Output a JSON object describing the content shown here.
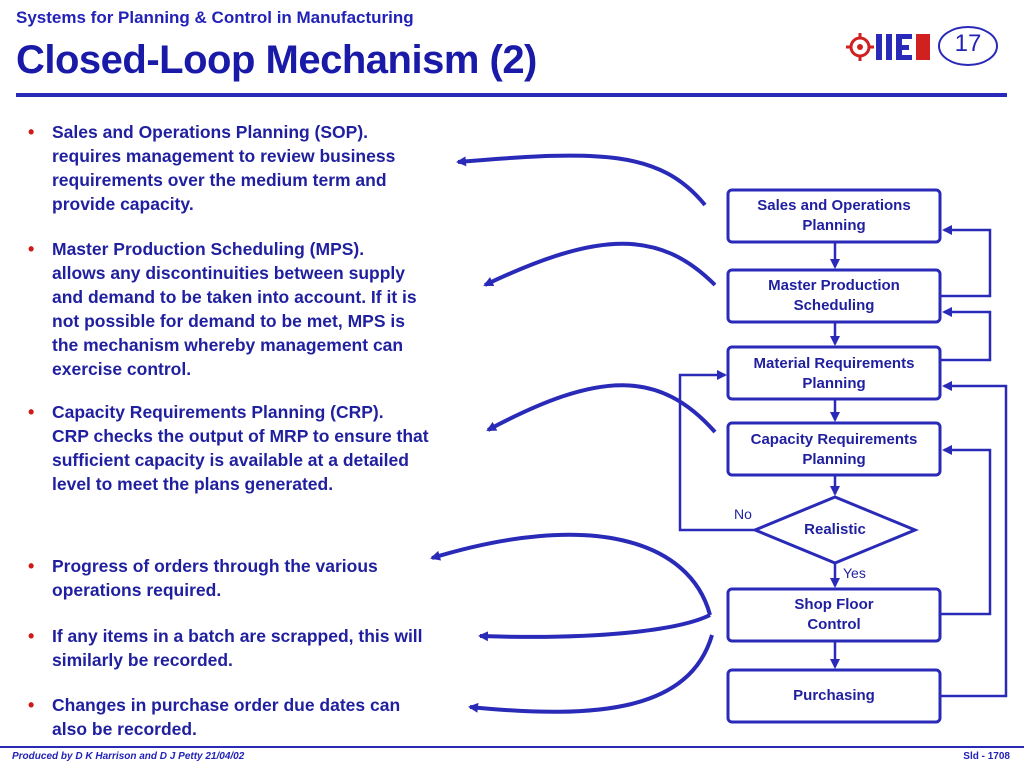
{
  "header": {
    "course_title": "Systems for Planning & Control in Manufacturing",
    "slide_title": "Closed-Loop Mechanism (2)",
    "slide_number": "17",
    "logo_text": "IIE"
  },
  "bullets": [
    {
      "lines": [
        "Sales and Operations Planning (SOP).",
        "requires management to review business",
        "requirements over the medium term and",
        "provide capacity."
      ]
    },
    {
      "lines": [
        "Master Production Scheduling (MPS).",
        "allows any discontinuities between supply",
        "and demand to be taken into account.  If it is",
        "not possible for demand to be met, MPS is",
        "the mechanism whereby management can",
        "exercise control."
      ]
    },
    {
      "lines": [
        "Capacity Requirements Planning (CRP).",
        "CRP checks the output of MRP to ensure that",
        "sufficient capacity is available at a detailed",
        "level to meet the plans generated."
      ]
    },
    {
      "lines": [
        "Progress of orders through the various",
        "operations required."
      ]
    },
    {
      "lines": [
        "If any items in a batch are scrapped, this will",
        "similarly be recorded."
      ]
    },
    {
      "lines": [
        "Changes in purchase order due dates can",
        "also be recorded."
      ]
    }
  ],
  "bullet_symbol": "•",
  "flow": {
    "sop": [
      "Sales and Operations",
      "Planning"
    ],
    "mps": [
      "Master Production",
      "Scheduling"
    ],
    "mrp": [
      "Material Requirements",
      "Planning"
    ],
    "crp": [
      "Capacity Requirements",
      "Planning"
    ],
    "decision": "Realistic",
    "no_label": "No",
    "yes_label": "Yes",
    "sfc": [
      "Shop Floor",
      "Control"
    ],
    "purchasing": "Purchasing"
  },
  "footer": {
    "left": "Produced by D K Harrison and D J Petty 21/04/02",
    "right": "Sld - 1708"
  },
  "colors": {
    "primary": "#2a2ab8",
    "text": "#1f1f9f",
    "bullet": "#d01818",
    "logo_red": "#d02020"
  }
}
